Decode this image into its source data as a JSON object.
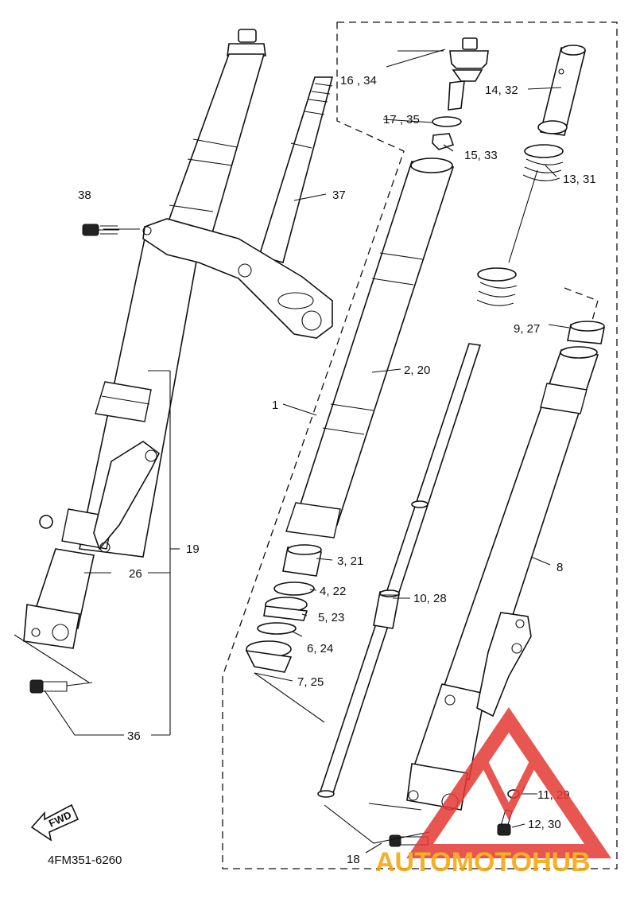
{
  "diagram": {
    "drawing_code": "4FM351-6260",
    "fwd_label": "FWD",
    "watermark": "AUTOMOTOHUB",
    "watermark_colors": {
      "triangle": "#e53935",
      "auto": "#f4a300",
      "moto": "#f4a300",
      "hub": "#555555"
    },
    "callouts": [
      {
        "id": "c1",
        "text": "1"
      },
      {
        "id": "c2",
        "text": "2, 20"
      },
      {
        "id": "c3",
        "text": "3, 21"
      },
      {
        "id": "c4",
        "text": "4, 22"
      },
      {
        "id": "c5",
        "text": "5, 23"
      },
      {
        "id": "c6",
        "text": "6, 24"
      },
      {
        "id": "c7",
        "text": "7, 25"
      },
      {
        "id": "c8",
        "text": "8"
      },
      {
        "id": "c9",
        "text": "9, 27"
      },
      {
        "id": "c10",
        "text": "10, 28"
      },
      {
        "id": "c11",
        "text": "11, 29"
      },
      {
        "id": "c12",
        "text": "12, 30"
      },
      {
        "id": "c13",
        "text": "13, 31"
      },
      {
        "id": "c14",
        "text": "14, 32"
      },
      {
        "id": "c15",
        "text": "15, 33"
      },
      {
        "id": "c16",
        "text": "16 , 34"
      },
      {
        "id": "c17",
        "text": "17 , 35"
      },
      {
        "id": "c18",
        "text": "18"
      },
      {
        "id": "c19",
        "text": "19"
      },
      {
        "id": "c26",
        "text": "26"
      },
      {
        "id": "c36",
        "text": "36"
      },
      {
        "id": "c37",
        "text": "37"
      },
      {
        "id": "c38",
        "text": "38"
      }
    ]
  }
}
